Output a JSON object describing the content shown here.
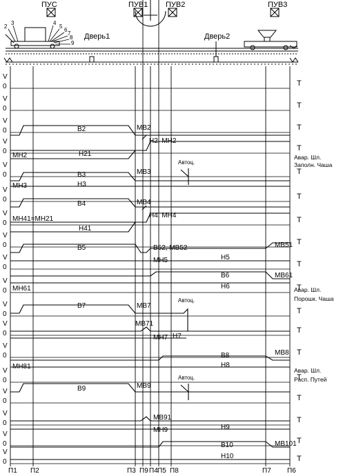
{
  "stations": [
    "ПУС",
    "ПУВ1",
    "ПУВ2",
    "ПУВ3"
  ],
  "doors": [
    "Дверь1",
    "Дверь2"
  ],
  "sensor_numbers": [
    "2",
    "3",
    "4",
    "5",
    "6",
    "7",
    "8",
    "9"
  ],
  "axis_labels": {
    "v": "V",
    "zero": "0",
    "t": "T"
  },
  "bottom_labels": [
    "П1",
    "П2",
    "П3",
    "П9",
    "П4",
    "П5",
    "П8",
    "П7",
    "П6"
  ],
  "left_labels": [
    "МН2",
    "МН3",
    "МН41=МН21",
    "МН61",
    "МН81"
  ],
  "signal_labels": {
    "b2": "В2",
    "mb2": "МВ2",
    "h2mh2": "Н2, МН2",
    "h21": "Н21",
    "b3": "В3",
    "mb3": "МВ3",
    "h3": "Н3",
    "b4": "В4",
    "mb4": "МВ4",
    "h4mh4": "Н4, МН4",
    "h41": "Н41",
    "b5": "В5",
    "b52mb52": "В52, МВ52",
    "mb51": "МВ51",
    "mh5": "МН5",
    "h5": "Н5",
    "b6": "В6",
    "mb61": "МВ61",
    "h6": "Н6",
    "b7": "В7",
    "mb7": "МВ7",
    "mb71": "МВ71",
    "mh7": "МН7",
    "h7": "Н7",
    "b8": "В8",
    "mb8": "МВ8",
    "h8": "Н8",
    "b9": "В9",
    "mb9": "МВ9",
    "mb91": "МВ91",
    "mh9": "МН9",
    "h9": "Н9",
    "b10": "В10",
    "mb101": "МВ101",
    "h10": "Н10"
  },
  "autocycle_label": "Автоц.",
  "alarm_labels": {
    "fill1": "Авар. Шл.",
    "fill2": "Заполн. Чаша",
    "powder1": "Авар. Шл.",
    "powder2": "Порошк. Чаша",
    "track1": "Авар. Шл.",
    "track2": "Расп. Путей"
  }
}
